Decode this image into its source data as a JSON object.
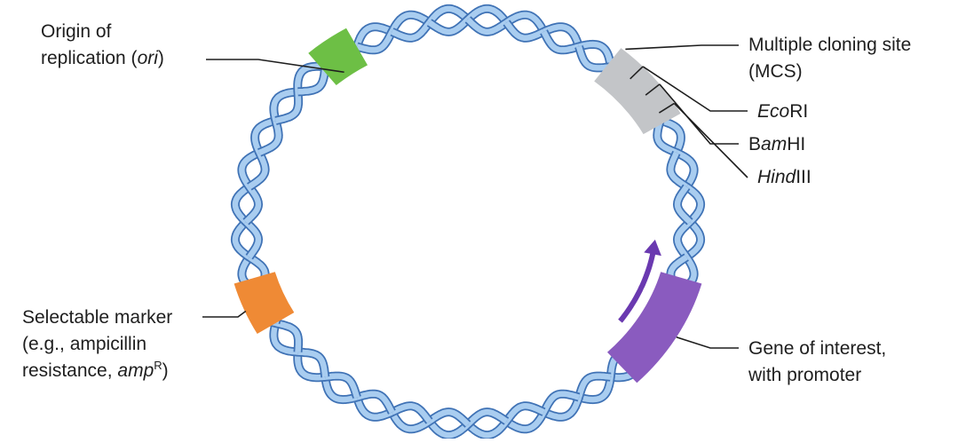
{
  "labels": {
    "ori_line1": "Origin of",
    "ori_line2_pre": "replication (",
    "ori_line2_ital": "ori",
    "ori_line2_post": ")",
    "mcs_line1": "Multiple cloning site",
    "mcs_line2": "(MCS)",
    "ecori_ital": "Eco",
    "ecori_rest": "RI",
    "bamhi_pre": "B",
    "bamhi_ital": "am",
    "bamhi_rest": "HI",
    "hindiii_ital": "Hind",
    "hindiii_rest": "III",
    "sel_line1": "Selectable marker",
    "sel_line2": "(e.g., ampicillin",
    "sel_line3_pre": "resistance, ",
    "sel_line3_ital": "amp",
    "sel_line3_sup": "R",
    "sel_line3_post": ")",
    "gene_line1": "Gene of interest,",
    "gene_line2": "with promoter"
  },
  "colors": {
    "dna_strand": "#a9cdf0",
    "dna_outline": "#3f72b5",
    "ori": "#6dbf45",
    "mcs": "#c3c5c8",
    "marker": "#ef8a35",
    "gene": "#8a5bbf",
    "promoter_arrow": "#6a39b0",
    "leader": "#1e1e1e"
  },
  "icons": {
    "plasmid": "double-helix-circle",
    "promoter": "curved-arrow"
  }
}
